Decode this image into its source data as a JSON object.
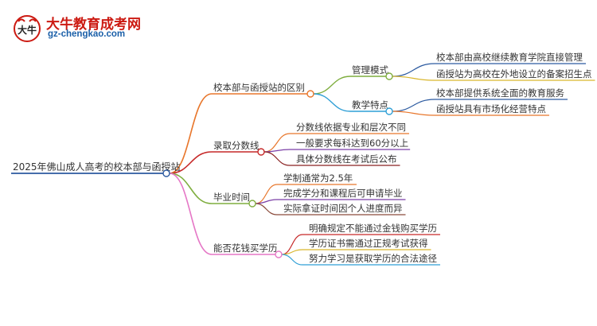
{
  "logo": {
    "title": "大牛教育成考网",
    "url": "gz-chengkao.com",
    "mark": "大牛"
  },
  "root": {
    "label": "2025年佛山成人高考的校本部与函授站"
  },
  "branches": [
    {
      "label": "校本部与函授站的区别",
      "color": "#e8762b",
      "children": [
        {
          "label": "管理模式",
          "color": "#7fae3f",
          "children": [
            {
              "label": "校本部由高校继续教育学院直接管理",
              "color": "#2c5aa0"
            },
            {
              "label": "函授站为高校在外地设立的备案招生点",
              "color": "#d9b62c"
            }
          ]
        },
        {
          "label": "教学特点",
          "color": "#2f9fd6",
          "children": [
            {
              "label": "校本部提供系统全面的教育服务",
              "color": "#2c5aa0"
            },
            {
              "label": "函授站具有市场化经营特点",
              "color": "#e8762b"
            }
          ]
        }
      ]
    },
    {
      "label": "录取分数线",
      "color": "#c62828",
      "children": [
        {
          "label": "分数线依据专业和层次不同",
          "color": "#e8762b"
        },
        {
          "label": "一般要求每科达到60分以上",
          "color": "#7b3fa6"
        },
        {
          "label": "具体分数线在考试后公布",
          "color": "#8a2222"
        }
      ]
    },
    {
      "label": "毕业时间",
      "color": "#7fae3f",
      "children": [
        {
          "label": "学制通常为2.5年",
          "color": "#e8762b"
        },
        {
          "label": "完成学分和课程后可申请毕业",
          "color": "#7b3fa6"
        },
        {
          "label": "实际拿证时间因个人进度而异",
          "color": "#8a4a3a"
        }
      ]
    },
    {
      "label": "能否花钱买学历",
      "color": "#e577c6",
      "children": [
        {
          "label": "明确规定不能通过金钱购买学历",
          "color": "#c62828"
        },
        {
          "label": "学历证书需通过正规考试获得",
          "color": "#d9b62c"
        },
        {
          "label": "努力学习是获取学历的合法途径",
          "color": "#2f9fd6"
        }
      ]
    }
  ]
}
